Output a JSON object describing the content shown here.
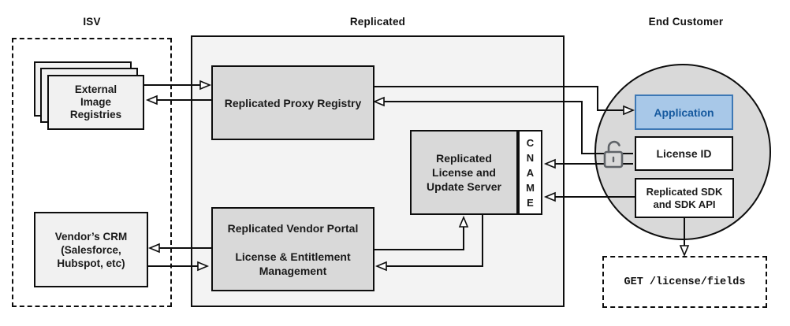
{
  "headers": {
    "isv": "ISV",
    "replicated": "Replicated",
    "end_customer": "End Customer"
  },
  "nodes": {
    "external_registries": {
      "label": "External\nImage\nRegistries"
    },
    "vendors_crm": {
      "label": "Vendor’s CRM\n(Salesforce,\nHubspot, etc)"
    },
    "proxy_registry": {
      "label": "Replicated Proxy Registry"
    },
    "license_update_server": {
      "label": "Replicated\nLicense and\nUpdate Server"
    },
    "cname": {
      "label": "C\nN\nA\nM\nE"
    },
    "vendor_portal": {
      "label": "Replicated Vendor Portal\n\nLicense & Entitlement\nManagement"
    },
    "application": {
      "label": "Application"
    },
    "license_id": {
      "label": "License ID"
    },
    "replicated_sdk": {
      "label": "Replicated SDK\nand SDK API"
    },
    "get_endpoint": {
      "label": "GET /license/fields"
    }
  },
  "icons": {
    "lock": "unlocked-padlock-icon"
  },
  "colors": {
    "canvas_bg": "#ffffff",
    "replicated_container_fill": "#f3f3f3",
    "gray_node_fill": "#d9d9d9",
    "light_node_fill": "#f1f1f1",
    "circle_fill": "#d9d9d9",
    "line": "#0d0d0d",
    "application_fill": "#a8c8e8",
    "application_border": "#3d78b5",
    "application_text": "#15599e",
    "lock_stroke": "#5f6368"
  }
}
